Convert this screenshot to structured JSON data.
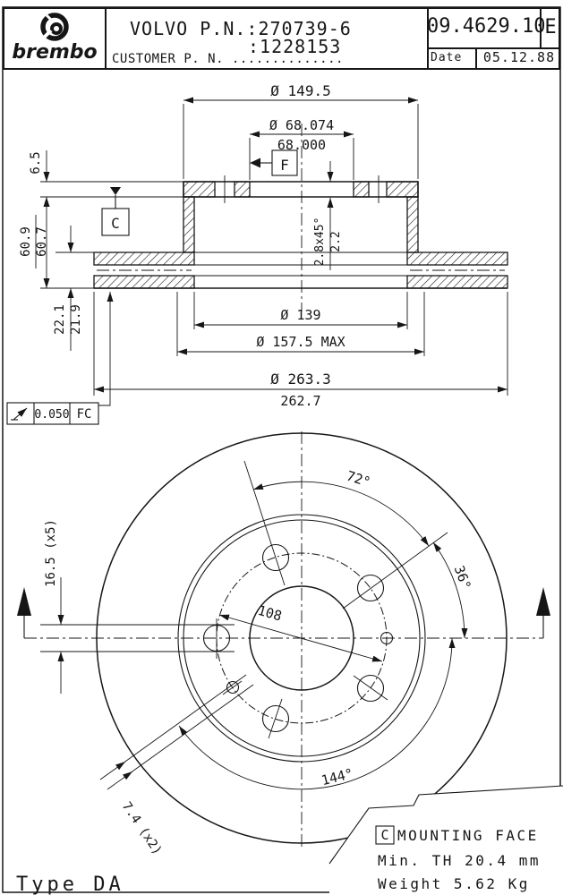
{
  "colors": {
    "ink": "#161616",
    "paper": "#ffffff"
  },
  "header": {
    "brand": "brembo",
    "oem_line1": "VOLVO P.N.:270739-6",
    "oem_line2": ":1228153",
    "customer_line": "CUSTOMER P. N. ..............",
    "part_number": "09.4629.10",
    "revision": "E",
    "date_label": "Date",
    "date_value": "05.12.88"
  },
  "section_view": {
    "dims": {
      "hat_od": "Ø 149.5",
      "bore_max": "Ø 68.074",
      "bore_min": "68.000",
      "flange_thickness": "6.5",
      "height_max": "60.9",
      "height_min": "60.7",
      "disc_thickness_max": "22.1",
      "disc_thickness_min": "21.9",
      "chamfer": "2.8x45°",
      "chamfer_alt": "2.2",
      "inner_dia": "Ø 139",
      "vent_dia": "Ø 157.5 MAX",
      "outer_dia_max": "Ø 263.3",
      "outer_dia_min": "262.7"
    },
    "datum_c": "C",
    "datum_f": "F",
    "runout": {
      "tolerance": "0.050",
      "datum": "FC"
    }
  },
  "front_view": {
    "dims": {
      "bolt_circle": "108",
      "angle_bolt": "72°",
      "angle_half": "36°",
      "angle_pin": "144°",
      "bolt_hole_dia": "16.5 (x5)",
      "pin_hole_dia": "7.4 (x2)"
    }
  },
  "notes": {
    "mounting_datum": "C",
    "mounting_face": "MOUNTING FACE",
    "min_thickness": "Min. TH 20.4 mm",
    "weight": "Weight 5.62 Kg",
    "type": "Type DA"
  }
}
